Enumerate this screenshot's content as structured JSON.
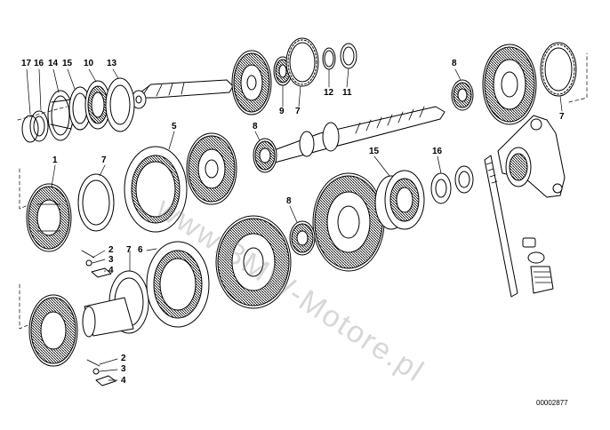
{
  "diagram": {
    "document_number": "00002877",
    "watermark_text": "www.BMW-Motore.pl",
    "callouts": [
      {
        "id": "c17a",
        "text": "17"
      },
      {
        "id": "c16a",
        "text": "16"
      },
      {
        "id": "c14",
        "text": "14"
      },
      {
        "id": "c15a",
        "text": "15"
      },
      {
        "id": "c10",
        "text": "10"
      },
      {
        "id": "c13",
        "text": "13"
      },
      {
        "id": "c9",
        "text": "9"
      },
      {
        "id": "c7a",
        "text": "7"
      },
      {
        "id": "c12",
        "text": "12"
      },
      {
        "id": "c11",
        "text": "11"
      },
      {
        "id": "c8a",
        "text": "8"
      },
      {
        "id": "c7b",
        "text": "7"
      },
      {
        "id": "c5",
        "text": "5"
      },
      {
        "id": "c8b",
        "text": "8"
      },
      {
        "id": "c1",
        "text": "1"
      },
      {
        "id": "c7c",
        "text": "7"
      },
      {
        "id": "c15b",
        "text": "15"
      },
      {
        "id": "c16b",
        "text": "16"
      },
      {
        "id": "c8c",
        "text": "8"
      },
      {
        "id": "c2a",
        "text": "2"
      },
      {
        "id": "c7d",
        "text": "7"
      },
      {
        "id": "c6",
        "text": "6"
      },
      {
        "id": "c3a",
        "text": "3"
      },
      {
        "id": "c4a",
        "text": "4"
      },
      {
        "id": "c2b",
        "text": "2"
      },
      {
        "id": "c3b",
        "text": "3"
      },
      {
        "id": "c4b",
        "text": "4"
      }
    ]
  }
}
